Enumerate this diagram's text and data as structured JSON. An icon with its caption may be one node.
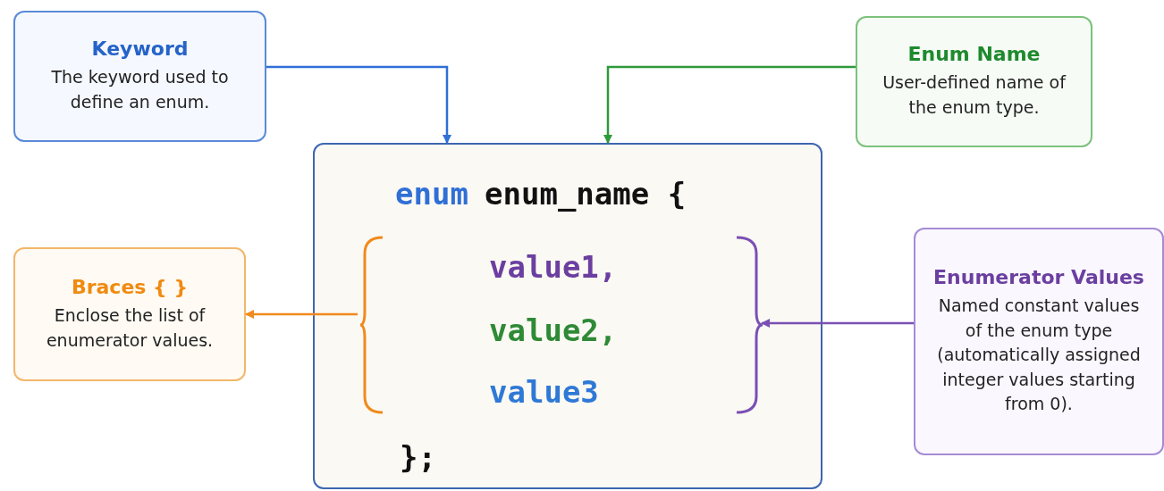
{
  "diagram": {
    "nodes": [
      {
        "text": [
          "Keyword",
          "The keyword used to define an enum."
        ]
      },
      {
        "text": [
          "Enum Name",
          "User-defined name of the enum type."
        ]
      },
      {
        "text": [
          "enum",
          "enum_name {",
          "value1,",
          "value2,",
          "value3",
          "};"
        ]
      },
      {
        "text": [],
        "shape": "brace",
        "in": 2
      },
      {
        "text": [],
        "shape": "brace",
        "in": 2
      },
      {
        "text": [
          "Braces { }",
          "Enclose the list of enumerator values."
        ]
      },
      {
        "text": [
          "Enumerator Values",
          "Named constant values of the enum type (automatically assigned integer values starting from 0)."
        ]
      }
    ],
    "edges": [
      {
        "from": 0,
        "to": 2,
        "arrow": "to",
        "color": "#2f6fd6"
      },
      {
        "from": 1,
        "to": 2,
        "arrow": "to",
        "color": "#2e9a3a"
      },
      {
        "from": 3,
        "to": 5,
        "arrow": "to",
        "color": "#f08a1c"
      },
      {
        "from": 6,
        "to": 4,
        "arrow": "to",
        "color": "#7a4fb5"
      }
    ]
  }
}
